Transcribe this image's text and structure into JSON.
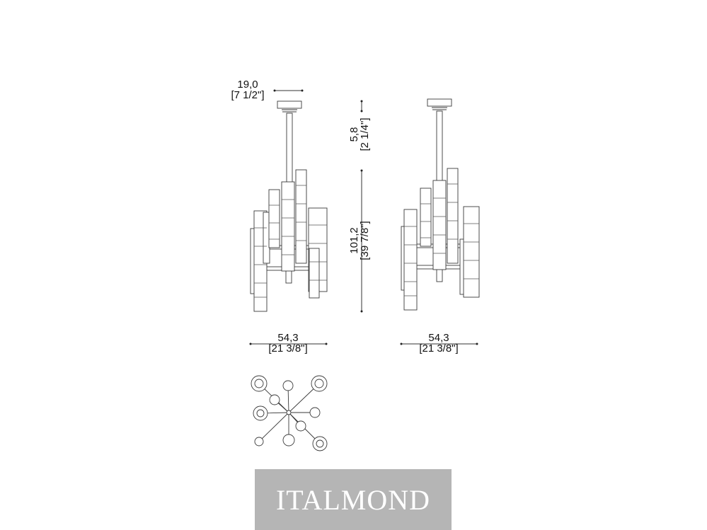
{
  "dimensions": {
    "canopy_width": {
      "cm": "19,0",
      "inch": "[7 1/2\"]"
    },
    "canopy_height": {
      "cm": "5,8",
      "inch": "[2 1/4\"]"
    },
    "body_height": {
      "cm": "101,2",
      "inch": "[39 7/8\"]"
    },
    "front_width": {
      "cm": "54,3",
      "inch": "[21 3/8\"]"
    },
    "side_width": {
      "cm": "54,3",
      "inch": "[21 3/8\"]"
    }
  },
  "brand": {
    "name": "ITALMOND",
    "background": "#b5b5b5",
    "text_color": "#ffffff"
  }
}
